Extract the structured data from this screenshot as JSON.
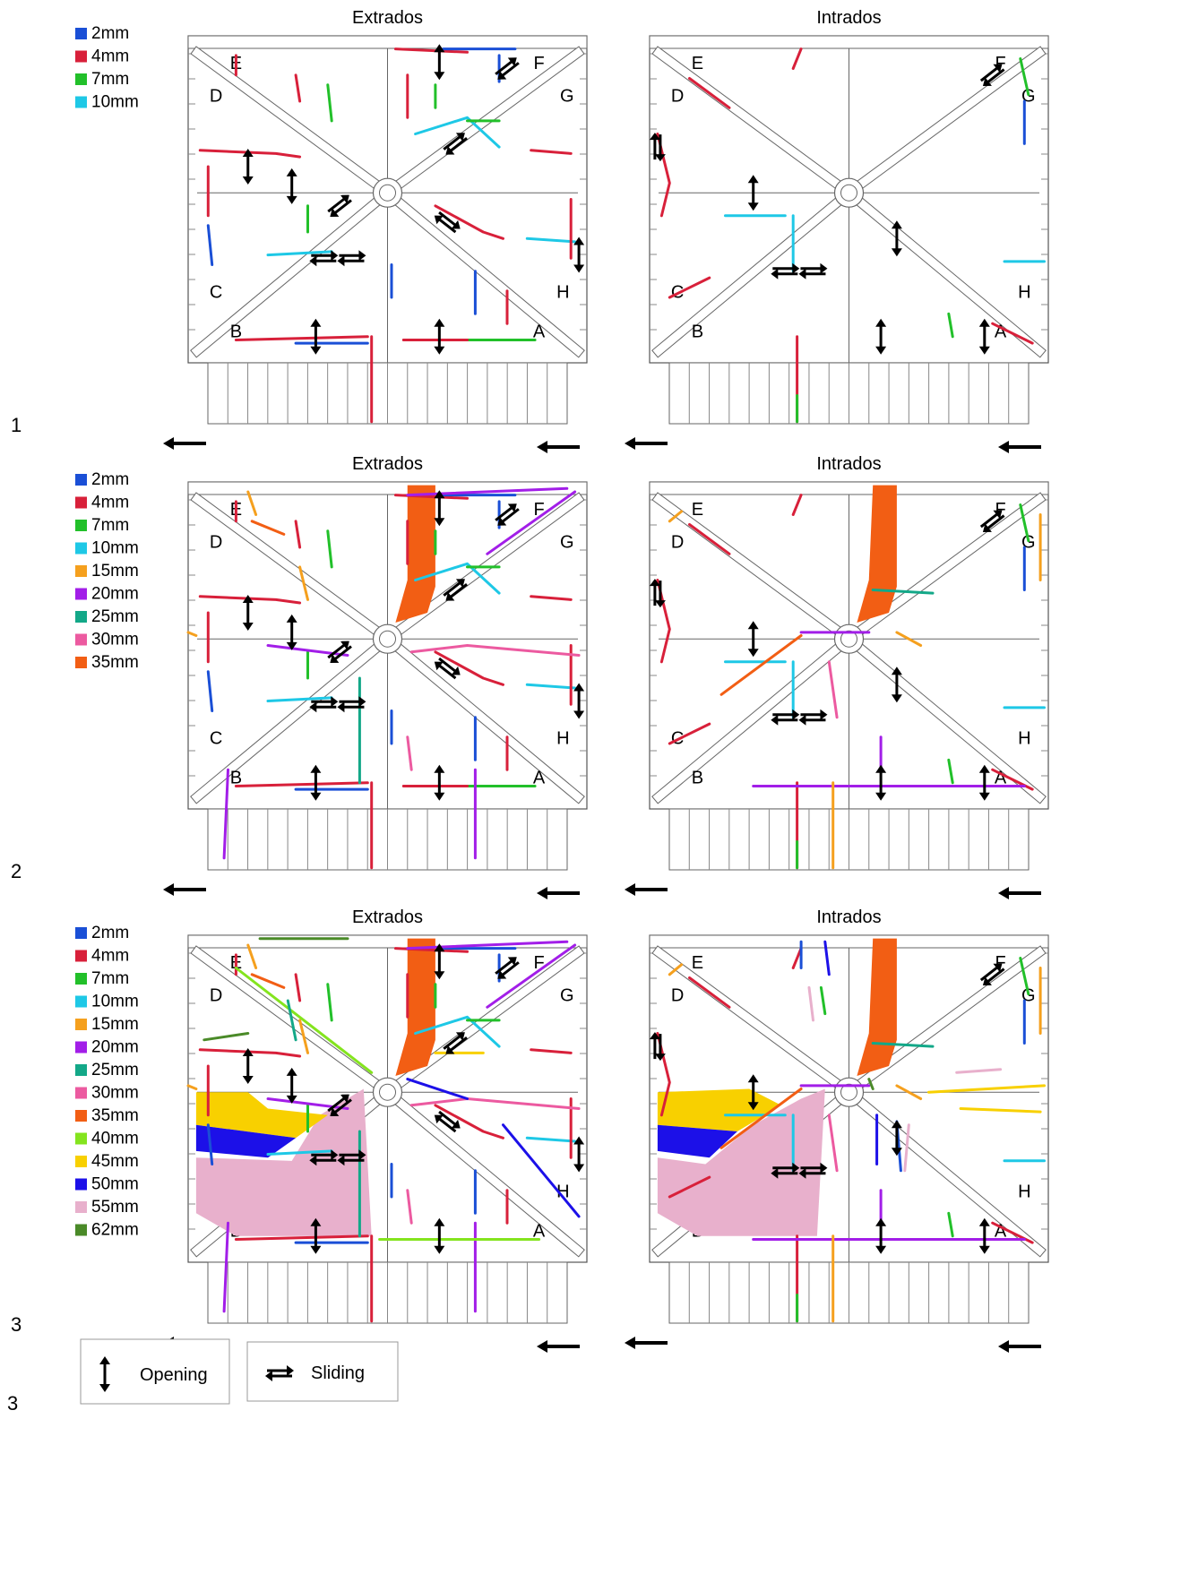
{
  "legend_colors": {
    "2mm": "#1a4fd6",
    "4mm": "#d8203a",
    "7mm": "#22c02a",
    "10mm": "#1ec8e6",
    "15mm": "#f5a01e",
    "20mm": "#a21ee8",
    "25mm": "#13a888",
    "30mm": "#ec5aa0",
    "35mm": "#f25e14",
    "40mm": "#84e41e",
    "45mm": "#f8d000",
    "50mm": "#1c10e8",
    "55mm": "#e8b0cc",
    "62mm": "#4a8a28"
  },
  "panel_titles": {
    "extrados": "Extrados",
    "intrados": "Intrados"
  },
  "node_labels": [
    "E",
    "F",
    "D",
    "G",
    "C",
    "H",
    "B",
    "A"
  ],
  "stages": [
    {
      "number": "1",
      "legend": [
        "2mm",
        "4mm",
        "7mm",
        "10mm"
      ]
    },
    {
      "number": "2",
      "legend": [
        "2mm",
        "4mm",
        "7mm",
        "10mm",
        "15mm",
        "20mm",
        "25mm",
        "30mm",
        "35mm"
      ]
    },
    {
      "number": "3",
      "legend": [
        "2mm",
        "4mm",
        "7mm",
        "10mm",
        "15mm",
        "20mm",
        "25mm",
        "30mm",
        "35mm",
        "40mm",
        "45mm",
        "50mm",
        "55mm",
        "62mm"
      ]
    }
  ],
  "key": {
    "opening": "Opening",
    "sliding": "Sliding"
  }
}
